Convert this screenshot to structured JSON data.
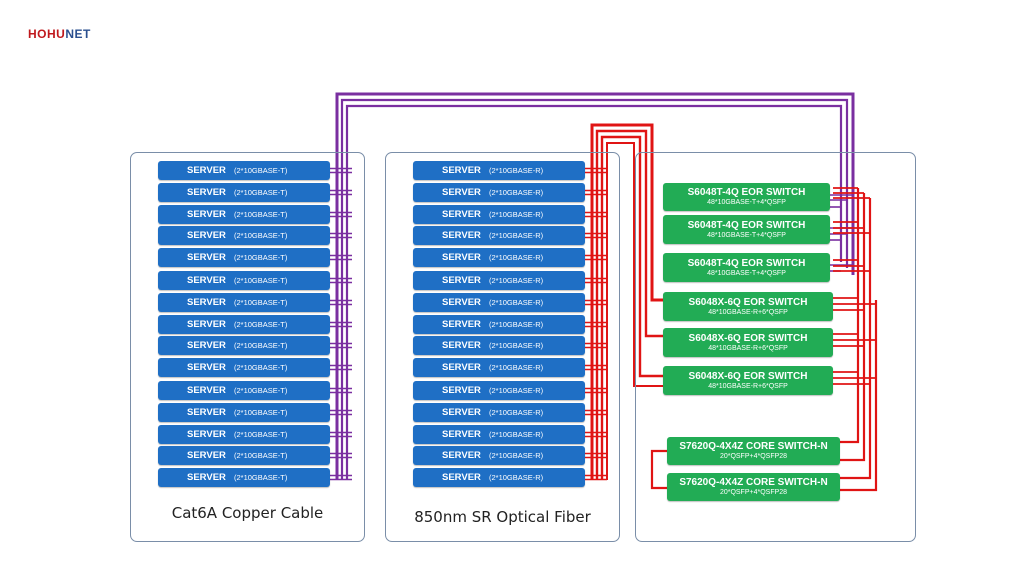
{
  "brand": {
    "part1": "HOHU",
    "part2": "NET",
    "color_red": "#c0191d",
    "color_blue": "#2a4f8f"
  },
  "colors": {
    "server": "#1f6fc5",
    "switch": "#22ac55",
    "copper_cable": "#7a2fa0",
    "fiber_cable": "#e01414",
    "panel_border": "#7a8ea8"
  },
  "panels": [
    {
      "caption": "Cat6A Copper Cable",
      "servers": [
        {
          "name": "SERVER",
          "port": "(2*10GBASE-T)"
        },
        {
          "name": "SERVER",
          "port": "(2*10GBASE-T)"
        },
        {
          "name": "SERVER",
          "port": "(2*10GBASE-T)"
        },
        {
          "name": "SERVER",
          "port": "(2*10GBASE-T)"
        },
        {
          "name": "SERVER",
          "port": "(2*10GBASE-T)"
        },
        {
          "name": "SERVER",
          "port": "(2*10GBASE-T)"
        },
        {
          "name": "SERVER",
          "port": "(2*10GBASE-T)"
        },
        {
          "name": "SERVER",
          "port": "(2*10GBASE-T)"
        },
        {
          "name": "SERVER",
          "port": "(2*10GBASE-T)"
        },
        {
          "name": "SERVER",
          "port": "(2*10GBASE-T)"
        },
        {
          "name": "SERVER",
          "port": "(2*10GBASE-T)"
        },
        {
          "name": "SERVER",
          "port": "(2*10GBASE-T)"
        },
        {
          "name": "SERVER",
          "port": "(2*10GBASE-T)"
        },
        {
          "name": "SERVER",
          "port": "(2*10GBASE-T)"
        },
        {
          "name": "SERVER",
          "port": "(2*10GBASE-T)"
        }
      ]
    },
    {
      "caption": "850nm SR Optical Fiber",
      "servers": [
        {
          "name": "SERVER",
          "port": "(2*10GBASE-R)"
        },
        {
          "name": "SERVER",
          "port": "(2*10GBASE-R)"
        },
        {
          "name": "SERVER",
          "port": "(2*10GBASE-R)"
        },
        {
          "name": "SERVER",
          "port": "(2*10GBASE-R)"
        },
        {
          "name": "SERVER",
          "port": "(2*10GBASE-R)"
        },
        {
          "name": "SERVER",
          "port": "(2*10GBASE-R)"
        },
        {
          "name": "SERVER",
          "port": "(2*10GBASE-R)"
        },
        {
          "name": "SERVER",
          "port": "(2*10GBASE-R)"
        },
        {
          "name": "SERVER",
          "port": "(2*10GBASE-R)"
        },
        {
          "name": "SERVER",
          "port": "(2*10GBASE-R)"
        },
        {
          "name": "SERVER",
          "port": "(2*10GBASE-R)"
        },
        {
          "name": "SERVER",
          "port": "(2*10GBASE-R)"
        },
        {
          "name": "SERVER",
          "port": "(2*10GBASE-R)"
        },
        {
          "name": "SERVER",
          "port": "(2*10GBASE-R)"
        },
        {
          "name": "SERVER",
          "port": "(2*10GBASE-R)"
        }
      ]
    }
  ],
  "switches": [
    {
      "title": "S6048T-4Q EOR SWITCH",
      "ports": "48*10GBASE-T+4*QSFP"
    },
    {
      "title": "S6048T-4Q EOR SWITCH",
      "ports": "48*10GBASE-T+4*QSFP"
    },
    {
      "title": "S6048T-4Q EOR SWITCH",
      "ports": "48*10GBASE-T+4*QSFP"
    },
    {
      "title": "S6048X-6Q EOR SWITCH",
      "ports": "48*10GBASE-R+6*QSFP"
    },
    {
      "title": "S6048X-6Q EOR SWITCH",
      "ports": "48*10GBASE-R+6*QSFP"
    },
    {
      "title": "S6048X-6Q EOR SWITCH",
      "ports": "48*10GBASE-R+6*QSFP"
    },
    {
      "title": "S7620Q-4X4Z CORE SWITCH-N",
      "ports": "20*QSFP+4*QSFP28"
    },
    {
      "title": "S7620Q-4X4Z CORE SWITCH-N",
      "ports": "20*QSFP+4*QSFP28"
    }
  ]
}
